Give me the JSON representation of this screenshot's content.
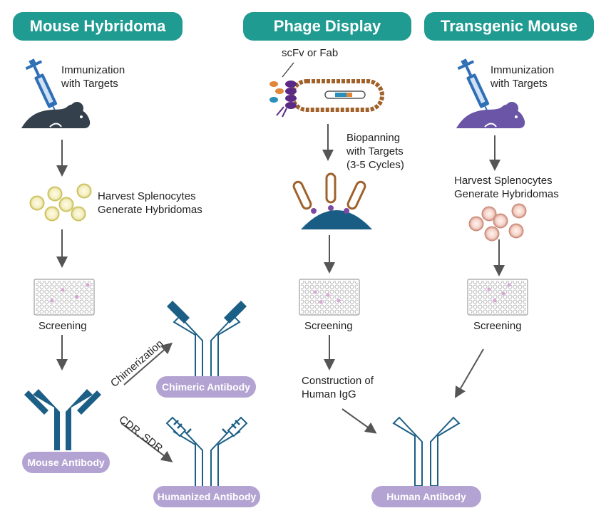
{
  "headers": {
    "mouse_hybridoma": "Mouse Hybridoma",
    "phage_display": "Phage Display",
    "transgenic_mouse": "Transgenic Mouse"
  },
  "left": {
    "immunization_line1": "Immunization",
    "immunization_line2": "with Targets",
    "harvest_line1": "Harvest Splenocytes",
    "harvest_line2": "Generate Hybridomas",
    "screening": "Screening",
    "chimerization": "Chimerization",
    "cdr_sdr": "CDR, SDR",
    "mouse_antibody": "Mouse Antibody",
    "chimeric_antibody": "Chimeric Antibody",
    "humanized_antibody": "Humanized Antibody"
  },
  "middle": {
    "scfv": "scFv or Fab",
    "biopanning_line1": "Biopanning",
    "biopanning_line2": "with Targets",
    "biopanning_line3": "(3-5 Cycles)",
    "screening": "Screening",
    "construction_line1": "Construction of",
    "construction_line2": "Human IgG"
  },
  "right": {
    "immunization_line1": "Immunization",
    "immunization_line2": "with Targets",
    "harvest_line1": "Harvest Splenocytes",
    "harvest_line2": "Generate Hybridomas",
    "screening": "Screening"
  },
  "bottom": {
    "human_antibody": "Human Antibody"
  },
  "colors": {
    "header": "#1f9b91",
    "pill": "#b3a3d2",
    "antibody_dark": "#1c5f86",
    "mouse_gray": "#34404c",
    "mouse_purple": "#6a55a6",
    "syringe": "#2e6fb5",
    "arrow": "#555555"
  }
}
